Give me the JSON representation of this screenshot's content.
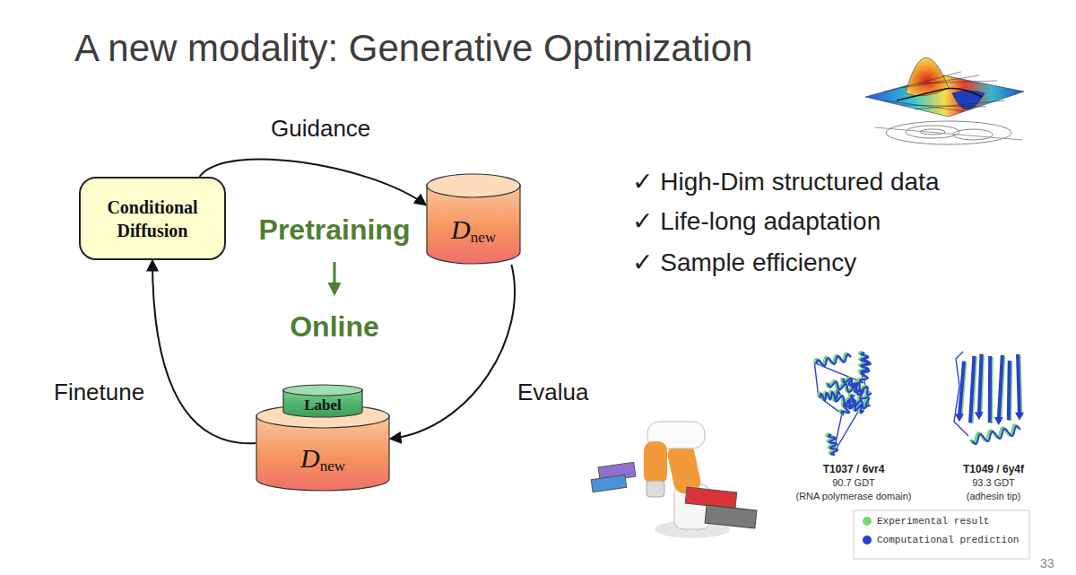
{
  "diagram": {
    "title": "A new modality: Generative Optimization",
    "nodes": [
      {
        "text": [
          "Conditional Diffusion"
        ]
      },
      {
        "text": [
          "D",
          "new"
        ]
      },
      {
        "text": [
          "Label"
        ]
      },
      {
        "text": [
          "D",
          "new"
        ]
      }
    ],
    "edges": [
      {
        "from": 0,
        "to": 1,
        "arrow": "to",
        "label": "Guidance"
      },
      {
        "from": 1,
        "to": 3,
        "arrow": "to",
        "label": "Evalua"
      },
      {
        "from": 3,
        "to": 0,
        "arrow": "to",
        "label": "Finetune"
      }
    ],
    "labels": [
      "Pretraining",
      "Online",
      "✓ High-Dim structured data",
      "✓ Life-long adaptation",
      "✓ Sample efficiency",
      "T1037 / 6vr4",
      "90.7 GDT",
      "(RNA polymerase domain)",
      "T1049 / 6y4f",
      "93.3 GDT",
      "(adhesin tip)",
      "33"
    ],
    "legend": [
      {
        "text": "Experimental result",
        "color": "#77d877"
      },
      {
        "text": "Computational prediction",
        "color": "#2b3fd0"
      }
    ]
  }
}
